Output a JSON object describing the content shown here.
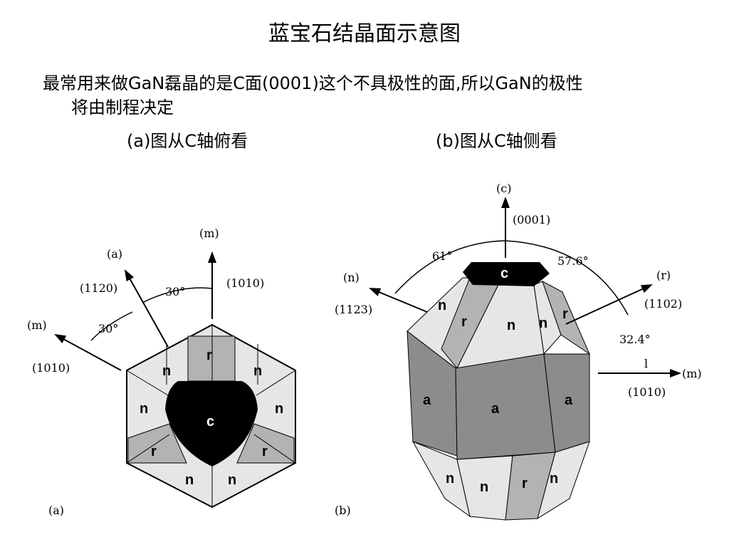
{
  "slide": {
    "title": "蓝宝石结晶面示意图",
    "desc_line1": "最常用来做GaN磊晶的是C面(0001)这个不具极性的面,所以GaN的极性",
    "desc_line2": "将由制程决定",
    "caption_a": "(a)图从C轴俯看",
    "caption_b": "(b)图从C轴侧看"
  },
  "figure_a": {
    "panel_label": "(a)",
    "axis_m_top": "(m)",
    "axis_m_top_index": "(1010)",
    "axis_a": "(a)",
    "axis_a_index": "(1120)",
    "axis_m_left": "(m)",
    "axis_m_left_index": "(1010)",
    "angle_1": "30°",
    "angle_2": "30°",
    "face_c": "c",
    "face_n": "n",
    "face_r": "r"
  },
  "figure_b": {
    "panel_label": "(b)",
    "axis_c": "(c)",
    "axis_c_index": "(0001)",
    "angle_61": "61°",
    "angle_576": "57.6°",
    "angle_324": "32.4°",
    "axis_n": "(n)",
    "axis_n_index": "(1123)",
    "axis_r": "(r)",
    "axis_r_index": "(1102)",
    "axis_m": "(m)",
    "axis_m_index": "(1010)",
    "axis_m_mark": "l",
    "face_c": "c",
    "face_n": "n",
    "face_r": "r",
    "face_a": "a"
  },
  "colors": {
    "face_n": "#e6e6e6",
    "face_r": "#b3b3b3",
    "face_a": "#8c8c8c",
    "face_c": "#000000"
  }
}
